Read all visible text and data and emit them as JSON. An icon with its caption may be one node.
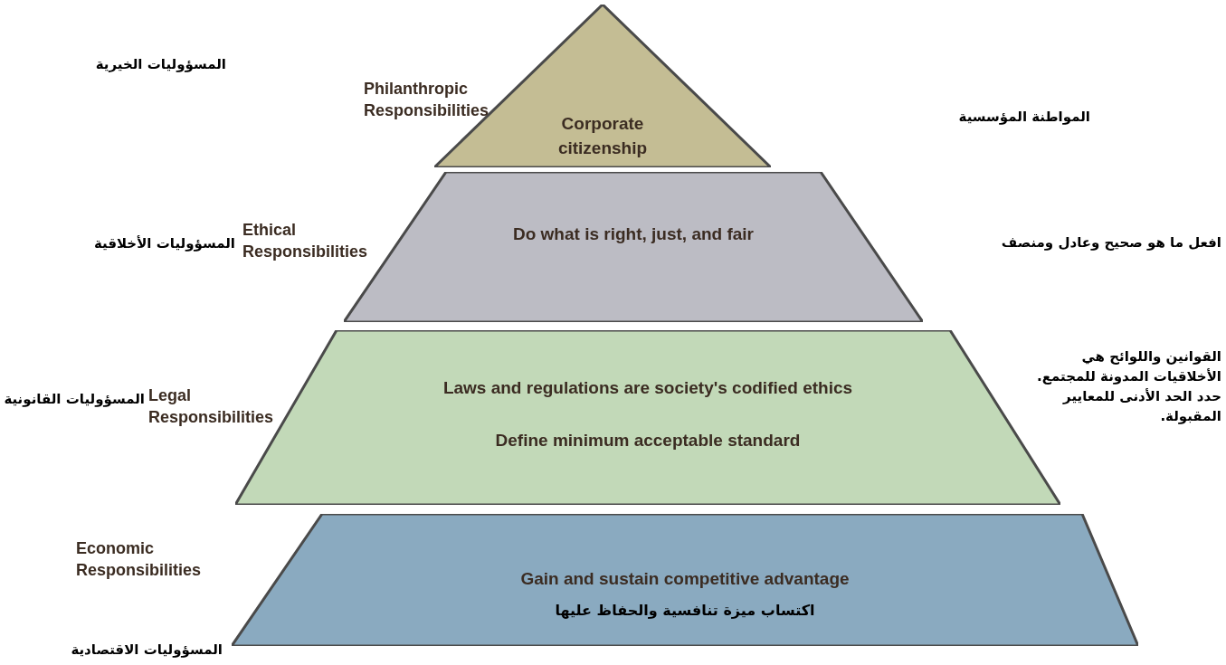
{
  "diagram": {
    "nodes": [
      {
        "text": [
          "Corporate citizenship"
        ],
        "beside": [
          "Philanthropic Responsibilities"
        ]
      },
      {
        "text": [
          "Do what is right, just, and fair"
        ],
        "beside": [
          "Ethical Responsibilities"
        ]
      },
      {
        "text": [
          "Laws and regulations are society's codified ethics",
          "Define minimum acceptable standard"
        ],
        "beside": [
          "Legal Responsibilities"
        ]
      },
      {
        "text": [
          "Gain and sustain competitive advantage",
          "اكتساب ميزة تنافسية والحفاظ عليها"
        ],
        "beside": [
          "Economic Responsibilities"
        ]
      }
    ],
    "edges": [],
    "labels": [
      "المسؤوليات الخيرية",
      "المواطنة المؤسسية",
      "المسؤوليات الأخلاقية",
      "افعل ما هو صحيح وعادل ومنصف",
      "المسؤوليات القانونية",
      "القوانين واللوائح هي الأخلاقيات المدونة للمجتمع. حدد الحد الأدنى للمعايير المقبولة.",
      "المسؤوليات الاقتصادية"
    ]
  }
}
